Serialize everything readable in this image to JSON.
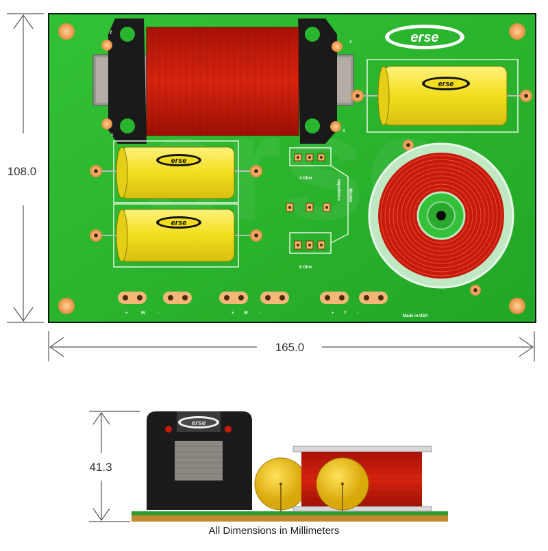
{
  "dimensions": {
    "height": "108.0",
    "width": "165.0",
    "depth": "41.3"
  },
  "board": {
    "brand": "erse",
    "impedance_4": "4 Ohm",
    "impedance_8": "8 Ohm",
    "woofer_label": "Woofer",
    "impedance_label": "Impedance",
    "made_in": "Made in USA",
    "terminals": [
      {
        "plus": "+",
        "letter": "IN",
        "minus": "-"
      },
      {
        "plus": "+",
        "letter": "W",
        "minus": "-"
      },
      {
        "plus": "+",
        "letter": "T",
        "minus": "-"
      }
    ],
    "corner_marks": [
      "2",
      "3",
      "1",
      "4"
    ]
  },
  "caption": "All Dimensions in Millimeters",
  "colors": {
    "board_green": "#29b52d",
    "capacitor_yellow": "#f0e028",
    "coil_red": "#c8190b",
    "pad_orange": "#f4a65e"
  }
}
